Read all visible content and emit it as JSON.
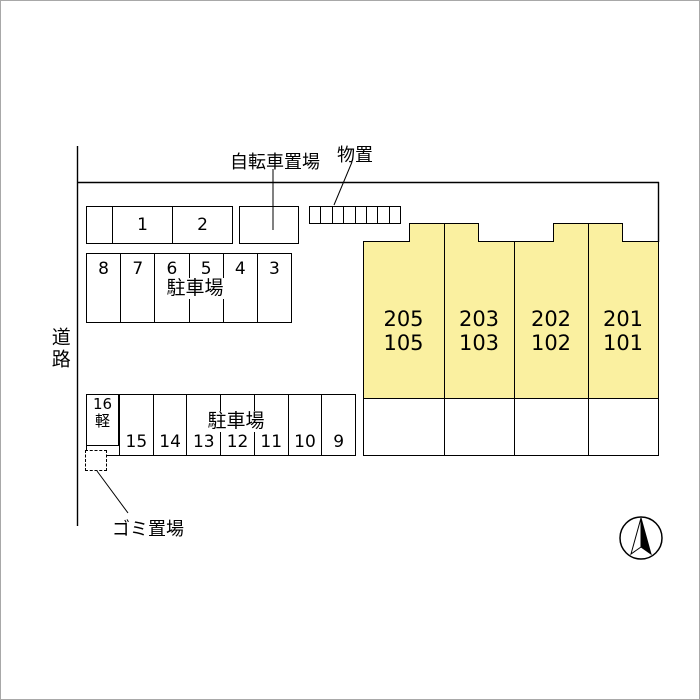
{
  "colors": {
    "building_fill": "#FAF0A0",
    "line": "#000000"
  },
  "road_label": "道路",
  "annotations": {
    "bicycle_parking": "自転車置場",
    "storage_shed": "物置",
    "garbage_area": "ゴミ置場",
    "parking_lot": "駐車場"
  },
  "parking": {
    "row_top": [
      "1",
      "2"
    ],
    "row_middle": [
      "8",
      "7",
      "6",
      "5",
      "4",
      "3"
    ],
    "row_bottom": [
      "15",
      "14",
      "13",
      "12",
      "11",
      "10",
      "9"
    ],
    "light_stall": {
      "line1": "16",
      "line2": "軽"
    }
  },
  "units": [
    {
      "upper": "205",
      "lower": "105"
    },
    {
      "upper": "203",
      "lower": "103"
    },
    {
      "upper": "202",
      "lower": "102"
    },
    {
      "upper": "201",
      "lower": "101"
    }
  ]
}
